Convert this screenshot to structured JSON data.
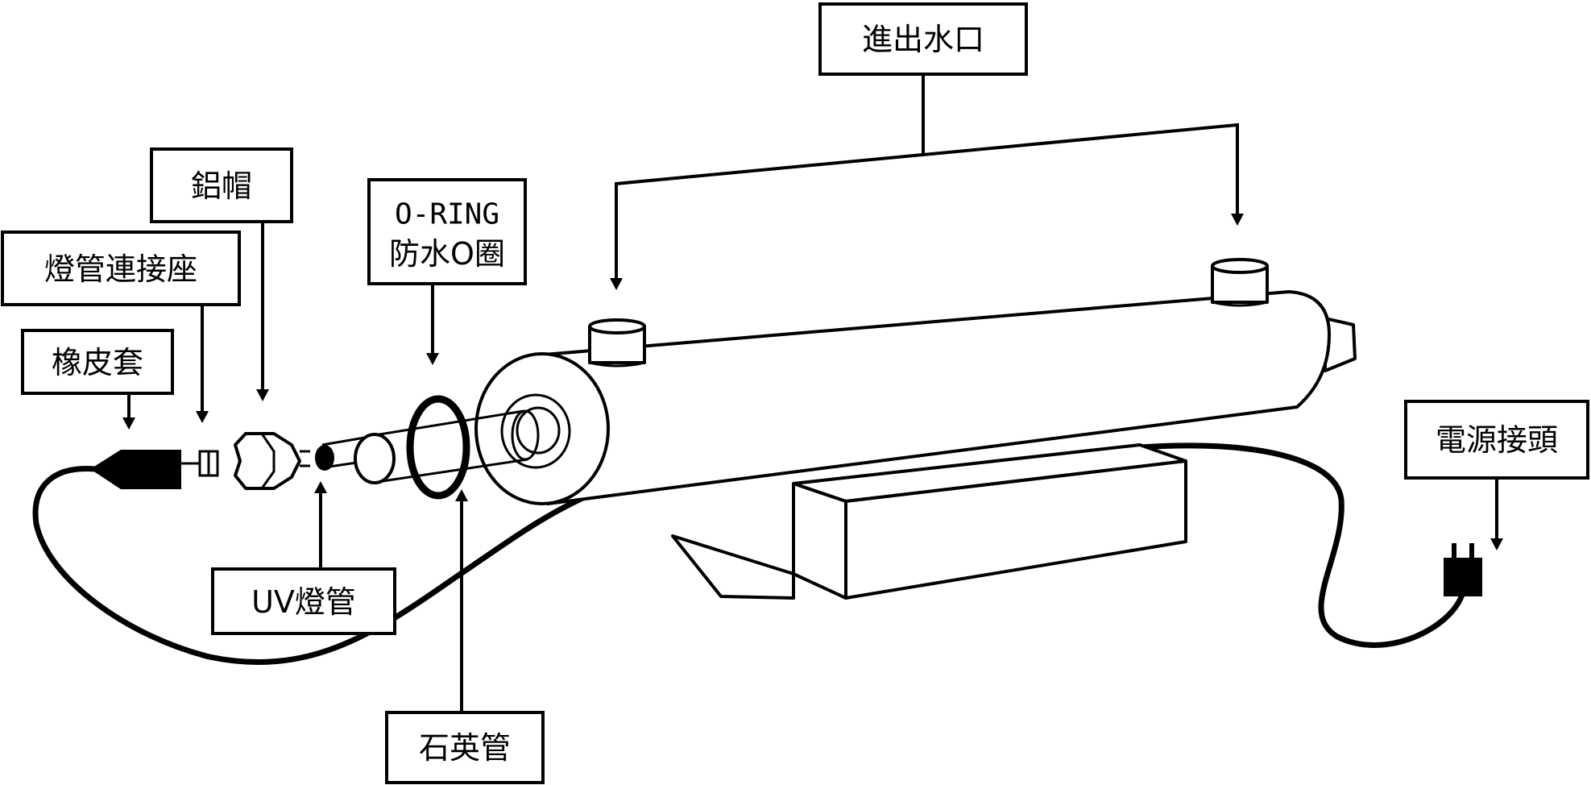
{
  "labels": {
    "inlet_outlet": "進出水口",
    "aluminum_cap": "鋁帽",
    "o_ring_line1": "O-RING",
    "o_ring_line2": "防水O圈",
    "lamp_socket": "燈管連接座",
    "rubber_sleeve": "橡皮套",
    "uv_lamp": "UV燈管",
    "quartz_tube": "石英管",
    "power_plug": "電源接頭"
  },
  "colors": {
    "line": "#000000",
    "background": "#ffffff"
  }
}
